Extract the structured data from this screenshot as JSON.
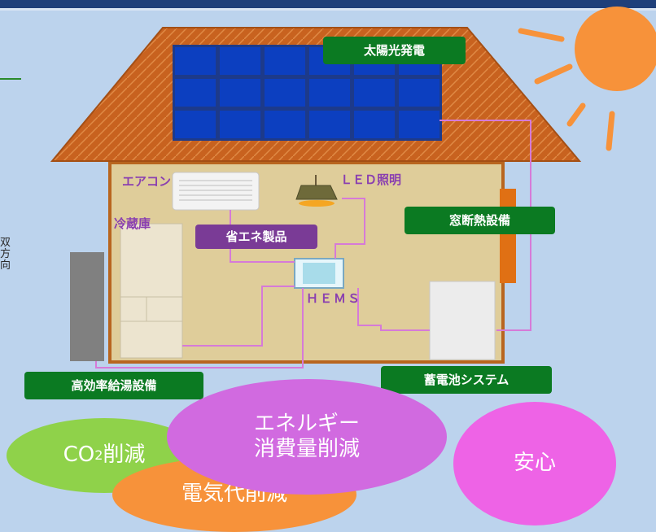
{
  "side_text": "双方向",
  "labels": {
    "solar": "太陽光発電",
    "aircon": "エアコン",
    "led": "ＬＥＤ照明",
    "fridge": "冷蔵庫",
    "eco_products": "省エネ製品",
    "window": "窓断熱設備",
    "hems": "ＨＥＭＳ",
    "water_heater": "高効率給湯設備",
    "battery": "蓄電池システム"
  },
  "benefits": {
    "co2_main": "CO",
    "co2_sub": "2",
    "co2_tail": "削減",
    "energy_line1": "エネルギー",
    "energy_line2": "消費量削減",
    "safety": "安心",
    "electricity": "電気代削減"
  },
  "colors": {
    "background": "#bcd3ed",
    "roof": "#c8621f",
    "wall": "#dfcd9a",
    "solar_panel": "#0c3fc0",
    "sun": "#f7923a",
    "wire": "#d67ad8",
    "green_tag": "#0b7a22",
    "purple_tag": "#7a3b96"
  }
}
